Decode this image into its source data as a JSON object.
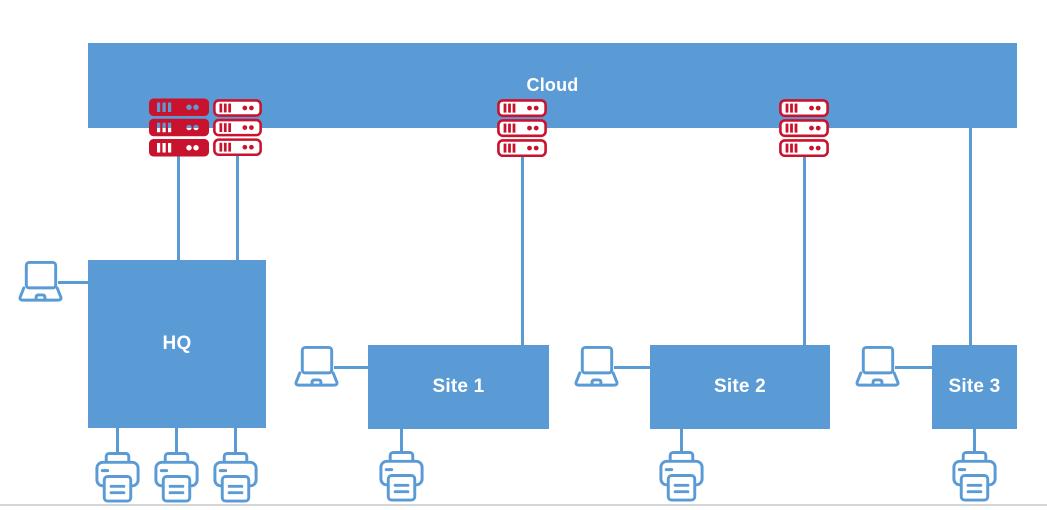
{
  "diagram": {
    "type": "network-topology",
    "nodes": {
      "cloud": {
        "label": "Cloud"
      },
      "hq": {
        "label": "HQ"
      },
      "site1": {
        "label": "Site 1"
      },
      "site2": {
        "label": "Site 2"
      },
      "site3": {
        "label": "Site 3"
      }
    },
    "icons": {
      "server_rack_solid": "server-rack-stack-filled-red",
      "server_rack_outline": "server-rack-stack-outline-red",
      "laptop": "laptop-outline-blue",
      "printer": "printer-outline-blue"
    },
    "counts": {
      "server_stacks": 4,
      "laptops": 4,
      "printers": 6
    },
    "colors": {
      "node_fill": "#5B9BD5",
      "connector": "#5B9BD5",
      "server_red": "#C9132E",
      "device_blue": "#5B9BD5",
      "label_text": "#FFFFFF",
      "page_edge": "#D3D7DA"
    }
  }
}
